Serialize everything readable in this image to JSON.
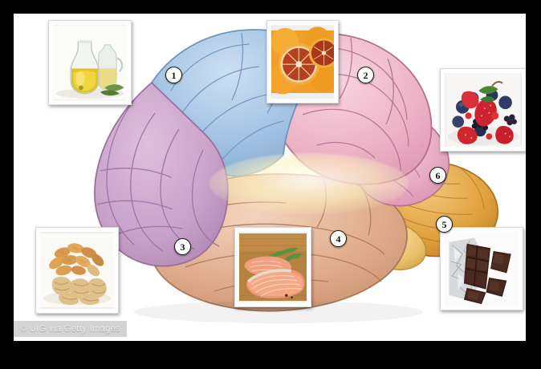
{
  "image": {
    "subject": "Brain regions diagram with brain-healthy foods",
    "watermark": "© UIG via Getty Images",
    "background_color": "#000000",
    "canvas_color": "#ffffff"
  },
  "brain": {
    "regions": [
      {
        "name": "prefrontal-cortex",
        "color": "#c9a2c9"
      },
      {
        "name": "motor-premotor-cortex",
        "color": "#a0c1e2"
      },
      {
        "name": "parietal-lobe",
        "color": "#edb3c7"
      },
      {
        "name": "occipital-lobe",
        "color": "#e7a8c0"
      },
      {
        "name": "temporal-lobe",
        "color": "#dfab8a"
      },
      {
        "name": "cerebellum",
        "color": "#e2a33f"
      },
      {
        "name": "brainstem",
        "color": "#ecc06a"
      }
    ],
    "highlight": {
      "name": "limbic-highlight-ellipse",
      "color": "#fdf3c0"
    },
    "outline_color": "#8a5f6e"
  },
  "markers": [
    {
      "id": 1,
      "label": "1",
      "region": "motor-premotor-cortex",
      "food": "olive-oil"
    },
    {
      "id": 2,
      "label": "2",
      "region": "parietal-lobe",
      "food": "citrus-fruit"
    },
    {
      "id": 3,
      "label": "3",
      "region": "temporal-lobe",
      "food": "nuts"
    },
    {
      "id": 4,
      "label": "4",
      "region": "temporal-lobe",
      "food": "oily-fish"
    },
    {
      "id": 5,
      "label": "5",
      "region": "cerebellum",
      "food": "dark-chocolate"
    },
    {
      "id": 6,
      "label": "6",
      "region": "occipital-lobe",
      "food": "berries"
    }
  ],
  "photos": [
    {
      "name": "olive-oil",
      "caption": "Olive oil in glass carafes"
    },
    {
      "name": "citrus-fruit",
      "caption": "Sliced blood oranges"
    },
    {
      "name": "berries",
      "caption": "Mixed berries"
    },
    {
      "name": "nuts",
      "caption": "Almonds and walnuts"
    },
    {
      "name": "oily-fish",
      "caption": "Salmon fillets with rosemary"
    },
    {
      "name": "dark-chocolate",
      "caption": "Dark chocolate on foil"
    }
  ]
}
